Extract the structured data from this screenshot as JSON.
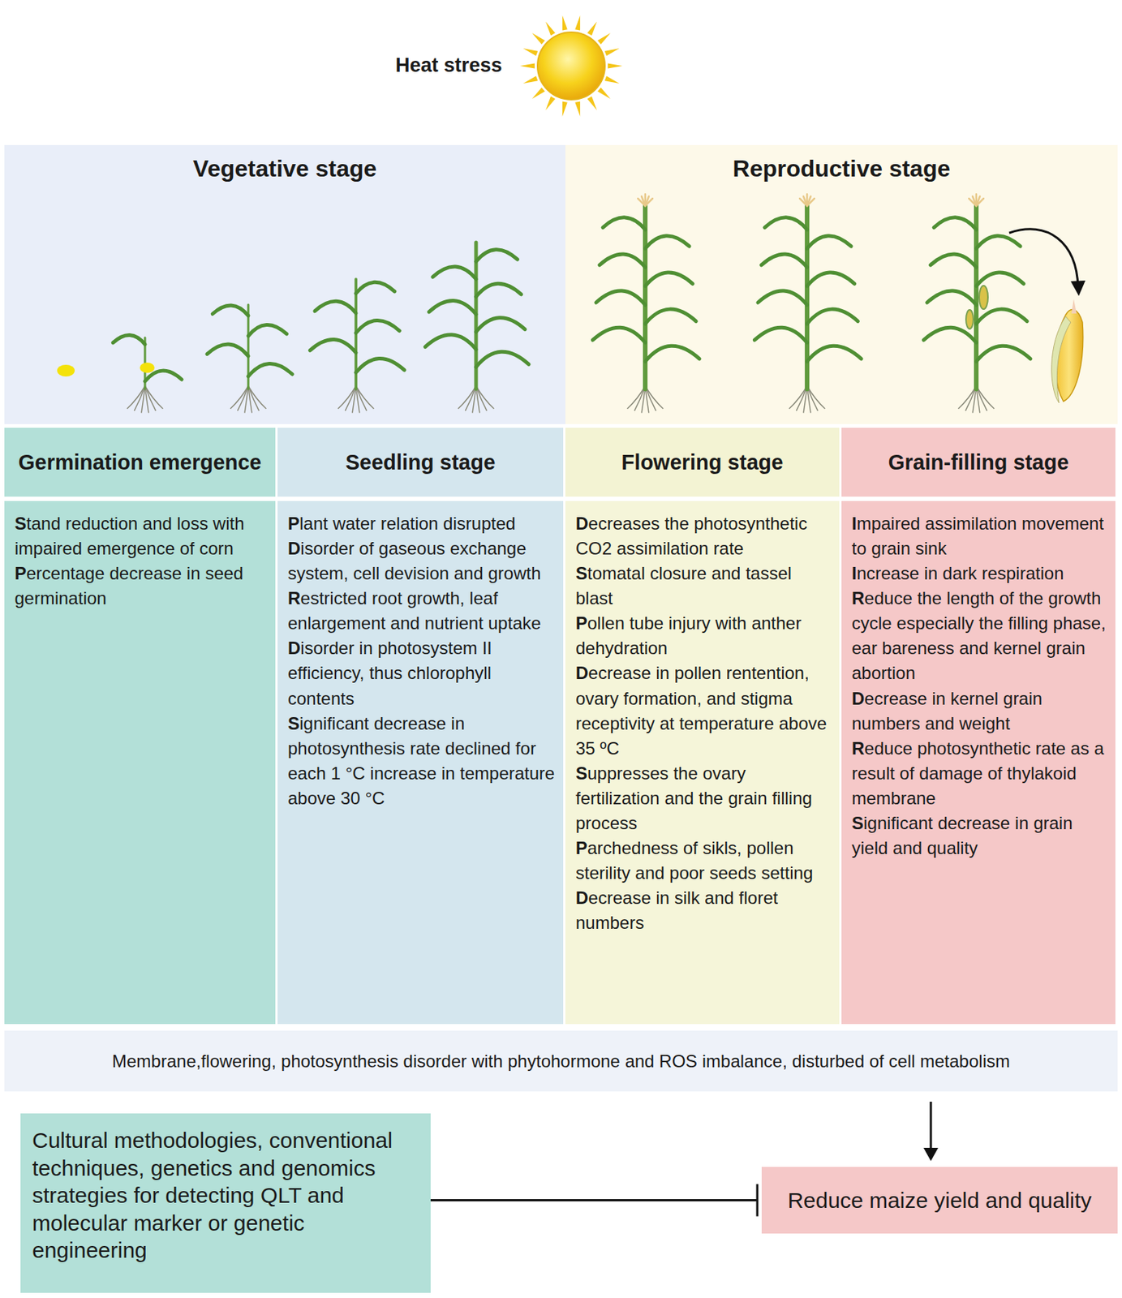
{
  "diagram": {
    "title": "Heat stress",
    "nodes": [
      {
        "text": [
          "Vegetative stage"
        ]
      },
      {
        "text": [
          "Reproductive stage"
        ]
      },
      {
        "text": [
          "Germination emergence"
        ]
      },
      {
        "text": [
          "Seedling stage"
        ]
      },
      {
        "text": [
          "Flowering stage"
        ]
      },
      {
        "text": [
          "Grain-filling stage"
        ]
      },
      {
        "text": [
          "Stand reduction and loss with impaired emergence of corn",
          "Percentage decrease in seed germination"
        ]
      },
      {
        "text": [
          "Plant water relation disrupted",
          "Disorder of gaseous exchange system, cell devision and growth",
          "Restricted root growth, leaf enlargement and nutrient uptake",
          "Disorder in photosystem II efficiency, thus chlorophyll contents",
          "Significant decrease in photosynthesis rate declined for each 1 °C increase in temperature above 30 °C"
        ]
      },
      {
        "text": [
          "Decreases the photosynthetic CO2 assimilation rate",
          "Stomatal closure and tassel blast",
          "Pollen tube injury with anther dehydration",
          "Decrease in pollen rentention, ovary formation, and stigma receptivity at temperature above 35 ºC",
          "Suppresses the ovary fertilization and the grain filling process",
          "Parchedness of sikls, pollen sterility and poor seeds setting",
          "Decrease in silk and floret numbers"
        ]
      },
      {
        "text": [
          "Impaired assimilation movement to grain sink",
          "Increase in dark respiration",
          "Reduce the length of the growth cycle especially the filling phase, ear bareness and kernel grain abortion",
          "Decrease in kernel grain numbers and weight",
          "Reduce photosynthetic rate as a result of damage of thylakoid membrane",
          "Significant decrease in grain yield and quality"
        ]
      },
      {
        "text": [
          "Membrane,flowering, photosynthesis disorder with phytohormone and ROS imbalance, disturbed of cell metabolism"
        ]
      },
      {
        "text": [
          "Cultural methodologies, conventional techniques, genetics and genomics strategies for detecting QLT and molecular marker or genetic engineering"
        ]
      },
      {
        "text": [
          "Reduce maize yield and quality"
        ]
      }
    ],
    "edges": [
      {
        "from": 10,
        "to": 12,
        "arrow": "to"
      },
      {
        "from": 11,
        "to": 12,
        "arrow": "to"
      }
    ]
  }
}
